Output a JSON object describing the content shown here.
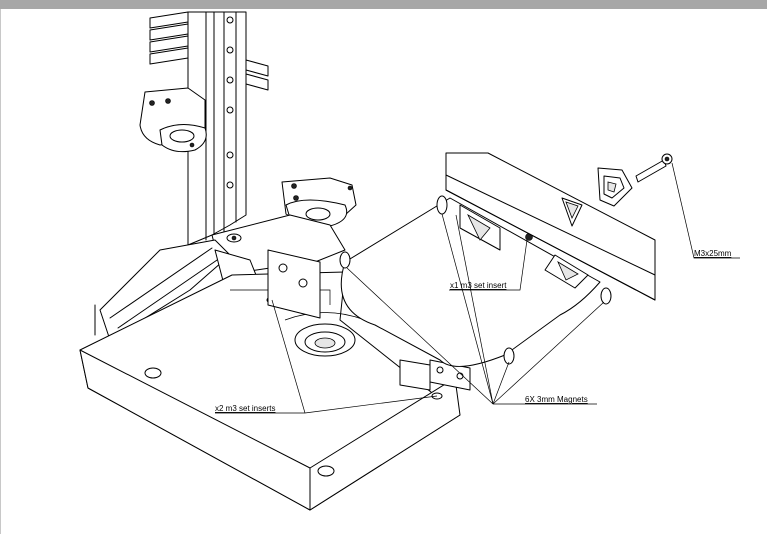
{
  "callouts": {
    "bolt": "M3x25mm",
    "top_insert": "x1 m3 set insert",
    "magnets": "6X 3mm Magnets",
    "bottom_inserts": "x2 m3 set inserts"
  }
}
